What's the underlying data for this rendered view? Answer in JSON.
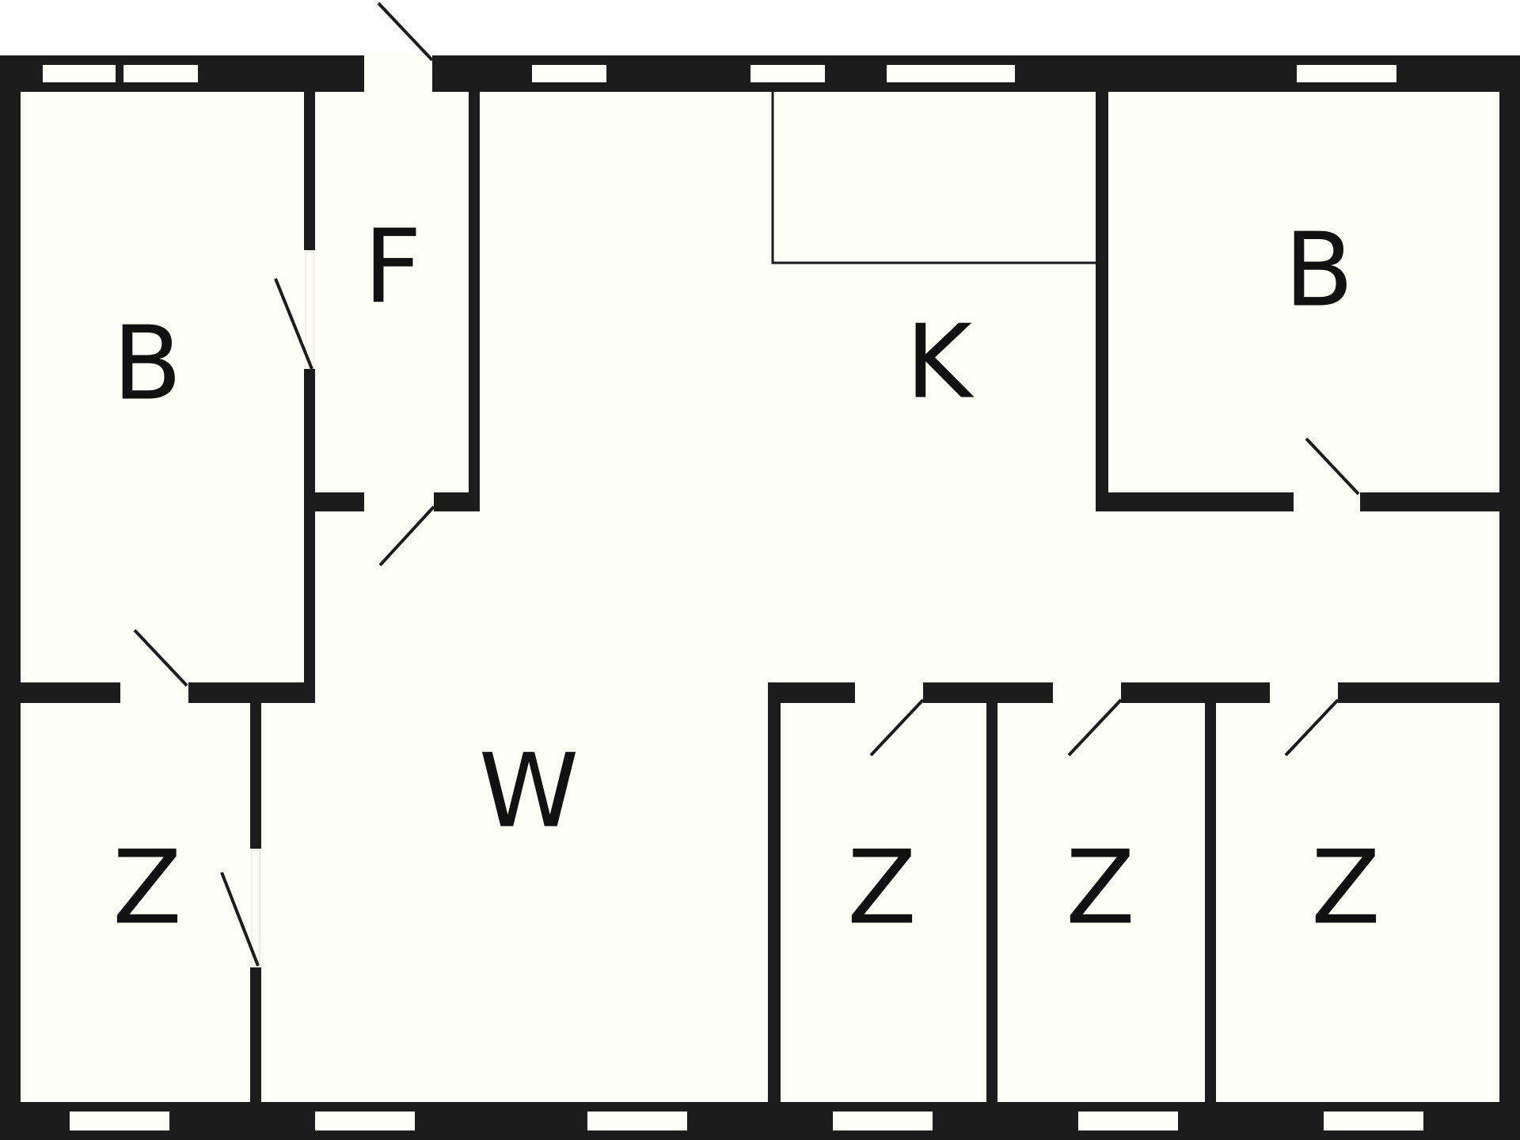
{
  "plan": {
    "colors": {
      "wall": "#1c1c1c",
      "floor": "#fdfdf7",
      "window": "#fdfdf7",
      "background": "#ffffff"
    },
    "rooms": [
      {
        "id": "bedroom-left",
        "label": "B"
      },
      {
        "id": "storage",
        "label": "F"
      },
      {
        "id": "kitchen",
        "label": "K"
      },
      {
        "id": "bedroom-right",
        "label": "B"
      },
      {
        "id": "living",
        "label": "W"
      },
      {
        "id": "room-left",
        "label": "Z"
      },
      {
        "id": "room-1",
        "label": "Z"
      },
      {
        "id": "room-2",
        "label": "Z"
      },
      {
        "id": "room-3",
        "label": "Z"
      }
    ]
  }
}
